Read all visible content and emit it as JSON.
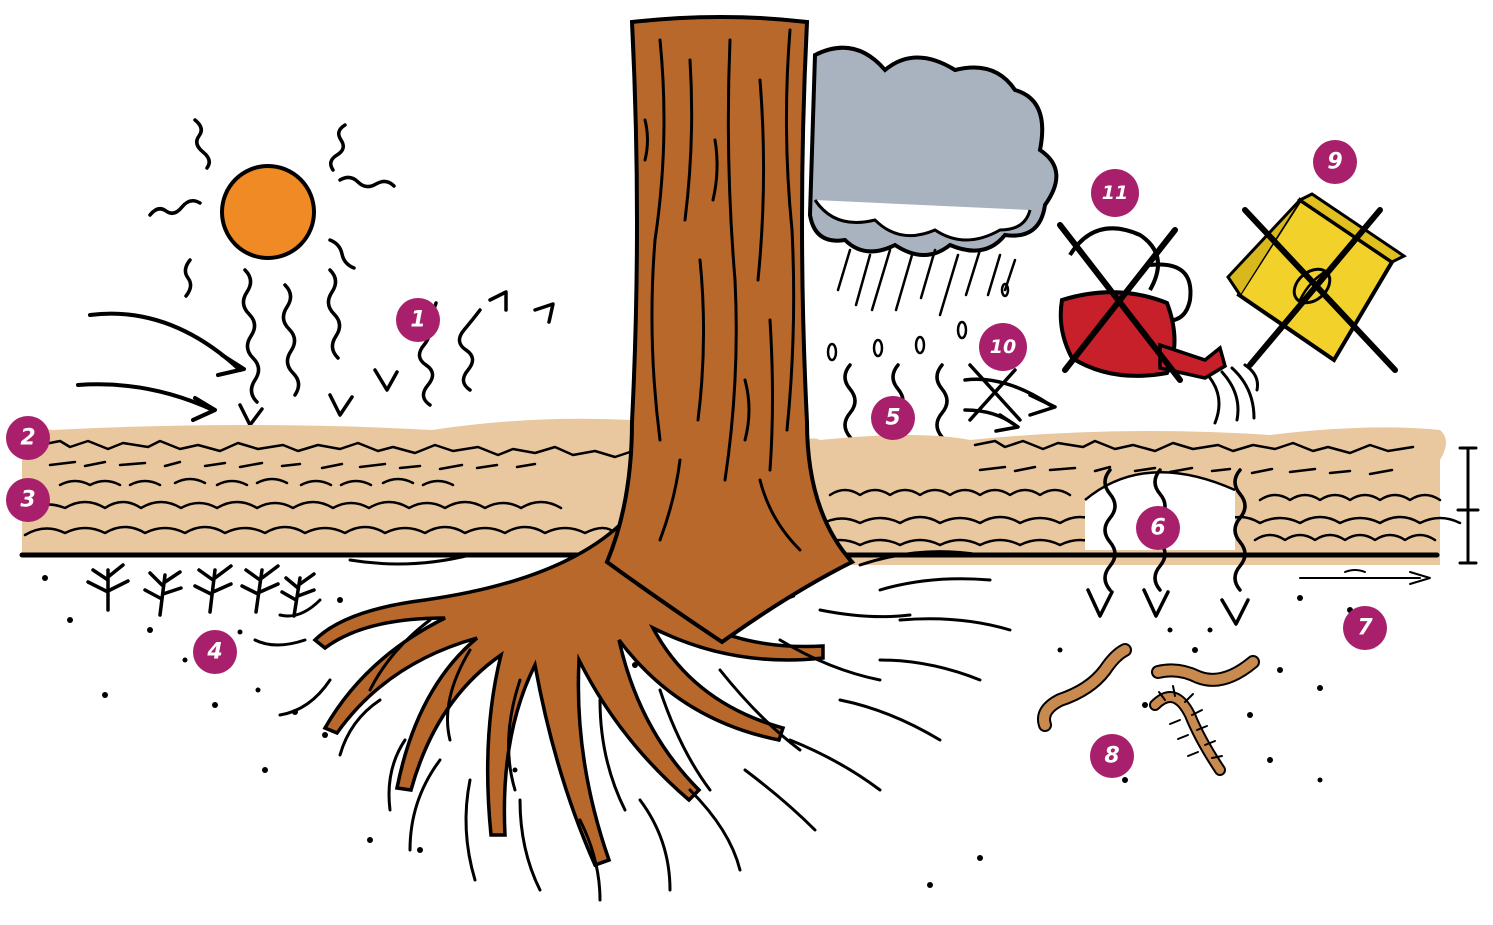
{
  "diagram": {
    "colors": {
      "trunk": "#b8682a",
      "mulch": "#e9c79f",
      "sun": "#f08a24",
      "cloud": "#a9b3bf",
      "watering_can": "#c8202a",
      "fertilizer_bag": "#f2d22a",
      "worm": "#c98a50",
      "badge": "#a8206c",
      "ink": "#000000"
    },
    "icons": [
      "sun-icon",
      "rain-cloud-icon",
      "crossed-watering-can-icon",
      "crossed-fertilizer-bag-icon",
      "earthworm-icon",
      "millipede-icon",
      "tree-trunk-icon",
      "tree-roots-icon"
    ],
    "badges": [
      {
        "label": "1"
      },
      {
        "label": "2"
      },
      {
        "label": "3"
      },
      {
        "label": "4"
      },
      {
        "label": "5"
      },
      {
        "label": "6"
      },
      {
        "label": "7"
      },
      {
        "label": "8"
      },
      {
        "label": "9"
      },
      {
        "label": "10"
      },
      {
        "label": "11"
      }
    ]
  }
}
